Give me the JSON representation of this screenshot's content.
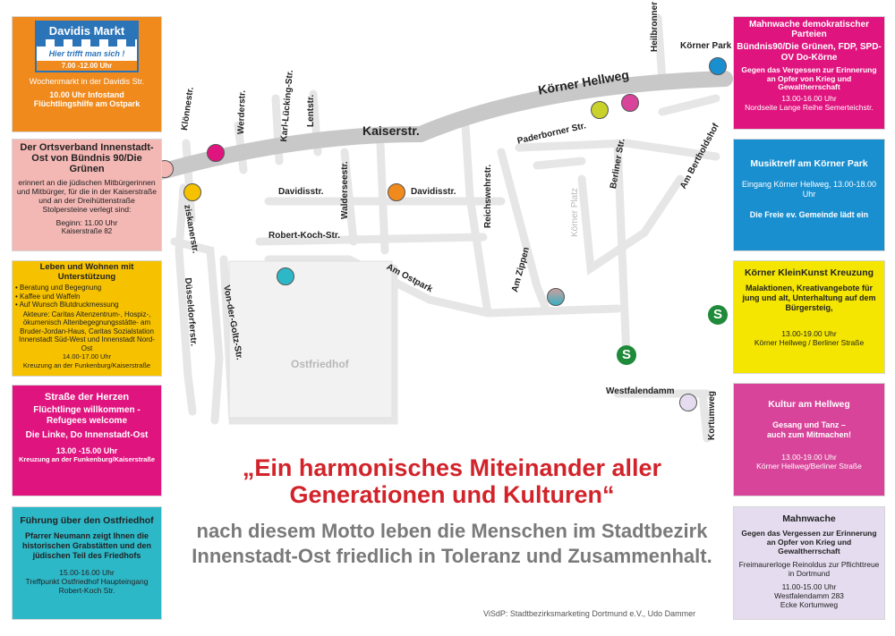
{
  "colors": {
    "orange": "#f08a1c",
    "pink": "#f3b7b4",
    "yellow": "#f6c200",
    "magenta": "#e0147f",
    "teal": "#2db8c8",
    "blue": "#1a8fd0",
    "green": "#f4e600",
    "magenta2": "#d8449a",
    "lavender": "#e5dcef",
    "street": "#e6e6e6",
    "kaiser": "#c8c8c8"
  },
  "left": {
    "davidis": {
      "logo_title": "Davidis Markt",
      "logo_slogan": "Hier trifft man sich !",
      "logo_time": "7.00 -12.00 Uhr",
      "line1": "Wochenmarkt in der Davidis Str.",
      "line2": "10.00 Uhr Infostand",
      "line3": "Flüchtlingshilfe am Ostpark"
    },
    "ortsverband": {
      "title": "Der Ortsverband Innenstadt-Ost von Bündnis 90/Die Grünen",
      "text": "erinnert an die jüdischen Mitbürgerinnen und Mitbürger, für die in der Kaiserstraße und an der Dreihüttenstraße Stolpersteine verlegt sind:",
      "time": "Beginn: 11.00 Uhr",
      "place": "Kaiserstraße 82"
    },
    "leben": {
      "title": "Leben und Wohnen mit Unterstützung",
      "items": [
        "Beratung und Begegnung",
        "Kaffee und Waffeln",
        "Auf Wunsch Blutdruckmessung"
      ],
      "akteure": "Akteure: Caritas Altenzentrum-, Hospiz-, ökumenisch Altenbegegnungsstätte- am Bruder-Jordan-Haus, Caritas Sozialstation Innenstadt Süd-West und Innenstadt Nord-Ost",
      "time": "14.00-17.00 Uhr",
      "place": "Kreuzung an der Funkenburg/Kaiserstraße"
    },
    "herzen": {
      "title": "Straße der Herzen",
      "sub1": "Flüchtlinge willkommen -Refugees welcome",
      "sub2": "Die Linke, Do Innenstadt-Ost",
      "time": "13.00 -15.00 Uhr",
      "place": "Kreuzung an der Funkenburg/Kaiserstraße"
    },
    "fuehrung": {
      "title": "Führung über den Ostfriedhof",
      "text": "Pfarrer Neumann zeigt Ihnen die historischen Grabstätten und den jüdischen Teil des Friedhofs",
      "time": "15.00-16.00 Uhr",
      "place": "Treffpunkt Ostfriedhof Haupteingang Robert-Koch Str."
    }
  },
  "right": {
    "mahnwache1": {
      "title": "Mahnwache demokratischer Parteien",
      "sub": "Bündnis90/Die Grünen, FDP, SPD-OV Do-Körne",
      "text": "Gegen das Vergessen zur Erinnerung an Opfer von Krieg und Gewaltherrschaft",
      "time": "13.00-16.00 Uhr",
      "place": "Nordseite Lange Reihe Semerteichstr."
    },
    "musik": {
      "title": "Musiktreff am Körner Park",
      "text": "Eingang Körner Hellweg, 13.00-18.00 Uhr",
      "note": "Die Freie ev. Gemeinde lädt ein"
    },
    "kleinkunst": {
      "title": "Körner KleinKunst Kreuzung",
      "text": "Malaktionen, Kreativangebote für jung und alt, Unterhaltung auf dem Bürgersteig,",
      "time": "13.00-19.00 Uhr",
      "place": "Körner Hellweg / Berliner Straße"
    },
    "kultur": {
      "title": "Kultur am Hellweg",
      "text": "Gesang und Tanz – auch zum Mitmachen!",
      "time": "13.00-19.00 Uhr",
      "place": "Körner Hellweg/Berliner Straße"
    },
    "mahnwache2": {
      "title": "Mahnwache",
      "text": "Gegen das Vergessen zur Erinnerung an Opfer von Krieg und Gewaltherrschaft",
      "org": "Freimaurerloge Reinoldus zur Pflichttreue in Dortmund",
      "time": "11.00-15.00 Uhr",
      "place1": "Westfalendamm 283",
      "place2": "Ecke Kortumweg"
    }
  },
  "streets": {
    "koerner_park": "Körner Park",
    "heilbronner": "Heilbronner Str.",
    "koerner_hellweg": "Körner Hellweg",
    "kaiserstr": "Kaiserstr.",
    "paderborner": "Paderborner Str.",
    "berliner": "Berliner Str.",
    "bertholdshof": "Am Bertholdshof",
    "kloennestr": "Klönnestr.",
    "werderstr": "Werderstr.",
    "karl_lueckingstr": "Karl-Lücking-Str.",
    "lentstr": "Lentstr.",
    "davidisstr1": "Davidisstr.",
    "davidisstr2": "Davidisstr.",
    "walderseestr": "Walderseestr.",
    "reichswehrstr": "Reichswehrstr.",
    "robert_koch": "Robert-Koch-Str.",
    "am_ostpark": "Am Ostpark",
    "am_zippen": "Am Zippen",
    "koerner_platz": "Körner Platz",
    "ziskanerstr": "ziskanerstr.",
    "duesseldorferstr": "Düsseldorferstr.",
    "von_der_goltz": "Von-der-Goltz-Str.",
    "ostfriedhof": "Ostfriedhof",
    "westfalendamm": "Westfalendamm",
    "kortumweg": "Kortumweg",
    "sbahn": "S"
  },
  "motto": {
    "title": "„Ein harmonisches Miteinander aller Generationen und Kulturen“",
    "text": "nach diesem Motto leben die Menschen im Stadtbezirk Innenstadt-Ost friedlich in Toleranz und Zusammenhalt."
  },
  "visdp": "ViSdP: Stadtbezirksmarketing Dortmund e.V., Udo Dammer"
}
